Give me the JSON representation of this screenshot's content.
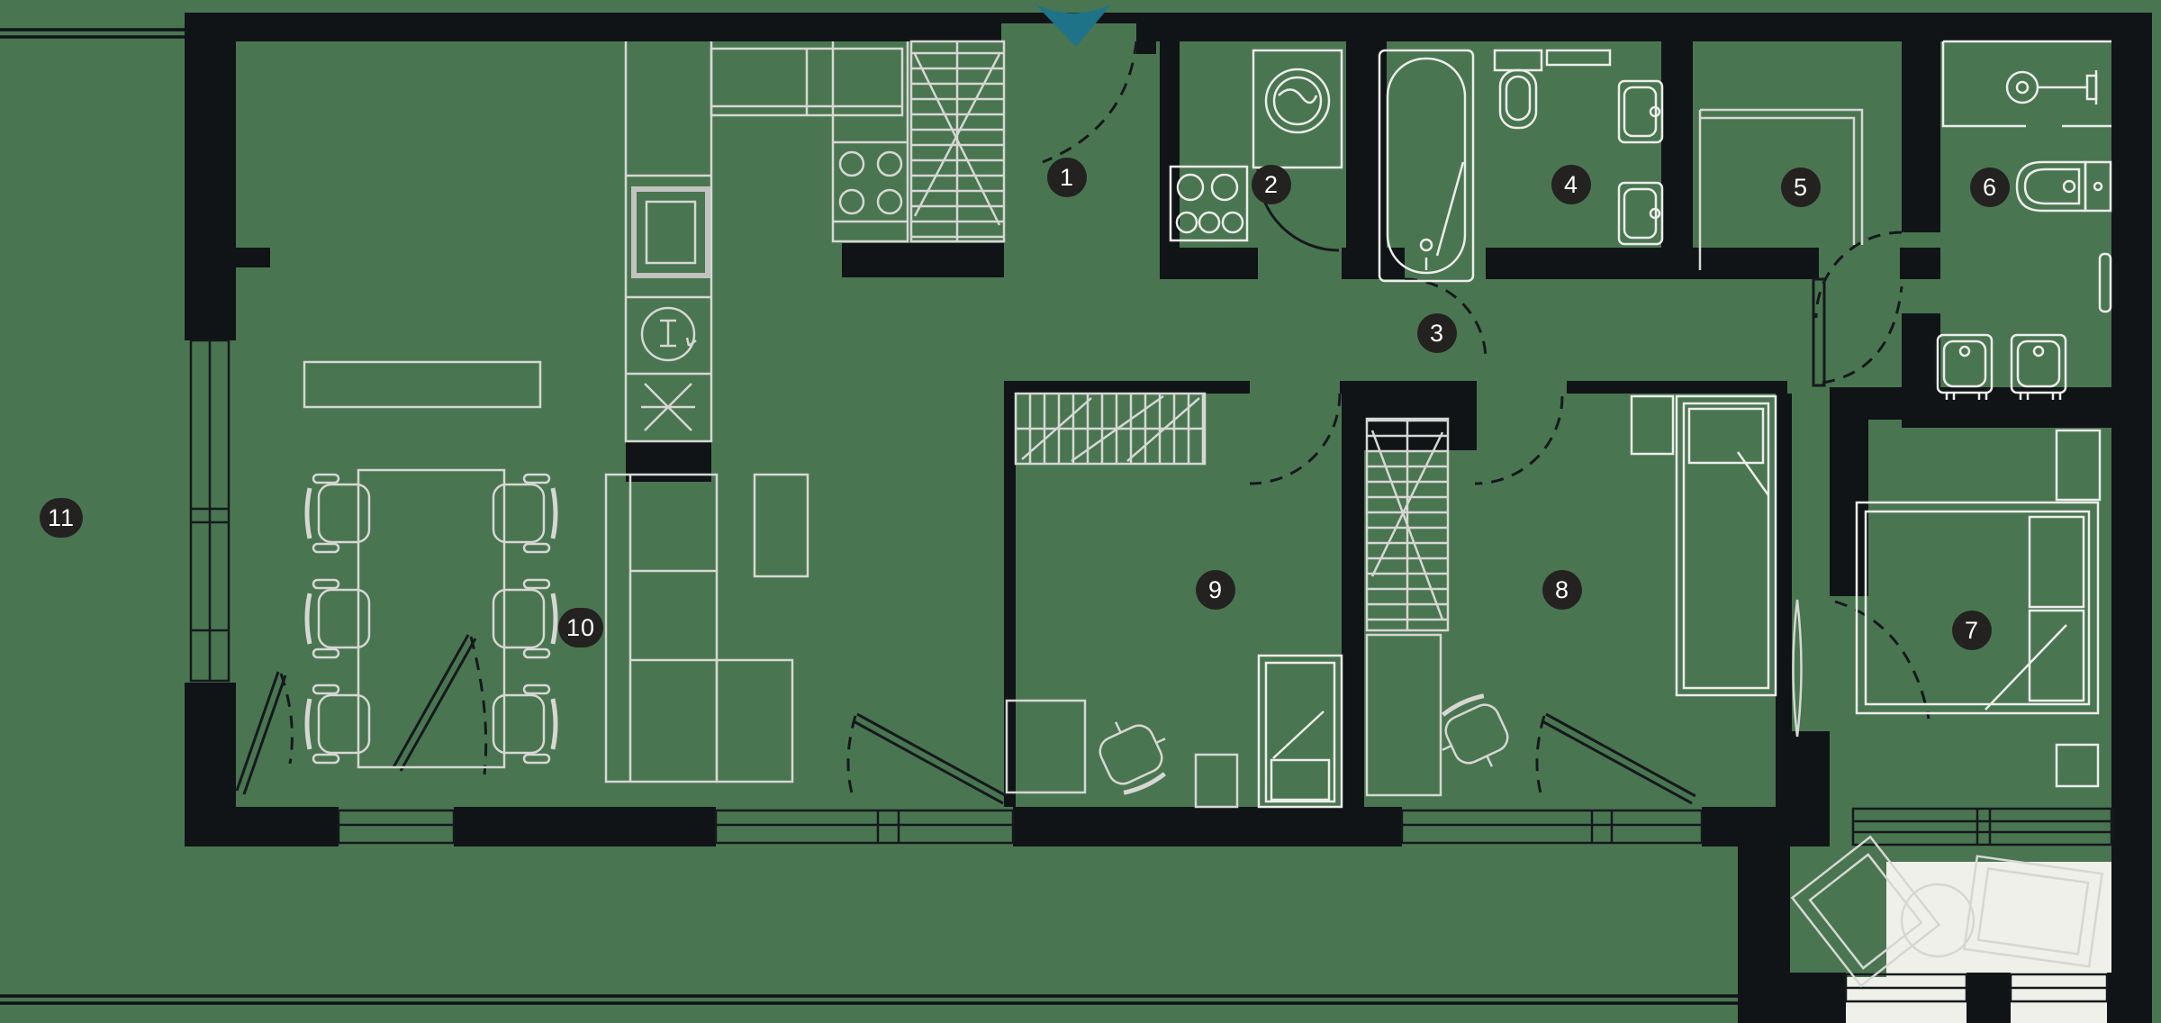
{
  "badges": [
    {
      "n": "1"
    },
    {
      "n": "2"
    },
    {
      "n": "3"
    },
    {
      "n": "4"
    },
    {
      "n": "5"
    },
    {
      "n": "6"
    },
    {
      "n": "7"
    },
    {
      "n": "8"
    },
    {
      "n": "9"
    },
    {
      "n": "10"
    },
    {
      "n": "11"
    }
  ],
  "colors": {
    "background": "#4a7551",
    "walls": "#101417",
    "furniture_light": "#d6d7d3",
    "furniture_bright": "#ecedea",
    "accent_teal": "#1e7389",
    "badge_bg": "#232220",
    "badge_text": "#ffffff",
    "balcony_floor": "#f0f0ea"
  },
  "icons": [
    "entrance-arrow-icon",
    "kitchen-sink-icon",
    "dishwasher-icon",
    "freezer-star-icon",
    "stove-burners-icon",
    "wardrobe-hatch-icon",
    "washing-machine-icon",
    "laundry-unit-icon",
    "bathtub-icon",
    "toilet-icon",
    "wall-shelf-icon",
    "washbasin-icon",
    "shower-head-icon",
    "towel-radiator-icon",
    "bed-icon",
    "pillow-icon",
    "desk-icon",
    "desk-chair-icon",
    "dining-table-icon",
    "dining-chair-icon",
    "sofa-icon",
    "sideboard-icon",
    "lounge-chair-icon",
    "balcony-table-icon",
    "window-icon",
    "door-swing-icon",
    "terrace-boundary"
  ]
}
